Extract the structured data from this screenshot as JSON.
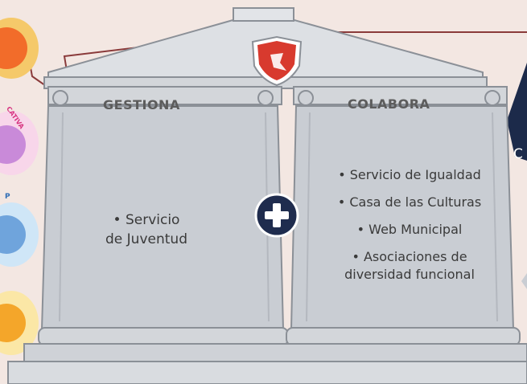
{
  "colors": {
    "background": "#f3e7e2",
    "panel": "#c9cdd3",
    "plus_circle": "#1f2c4e",
    "shield": "#d83a2e",
    "navy_edge": "#1c2a4a"
  },
  "icons": {
    "plus": "plus-circle-icon",
    "shield": "shield-emblem-icon"
  },
  "columns": {
    "left": {
      "header": "GESTIONA",
      "items": [
        "• Servicio",
        "de Juventud"
      ]
    },
    "right": {
      "header": "COLABORA",
      "items": [
        "• Servicio de Igualdad",
        "• Casa de las Culturas",
        "• Web Municipal",
        "• Asociaciones de",
        "diversidad funcional"
      ]
    }
  },
  "side_labels": {
    "cativa": "CATIVA",
    "p": "P",
    "edge_letter": "C"
  }
}
